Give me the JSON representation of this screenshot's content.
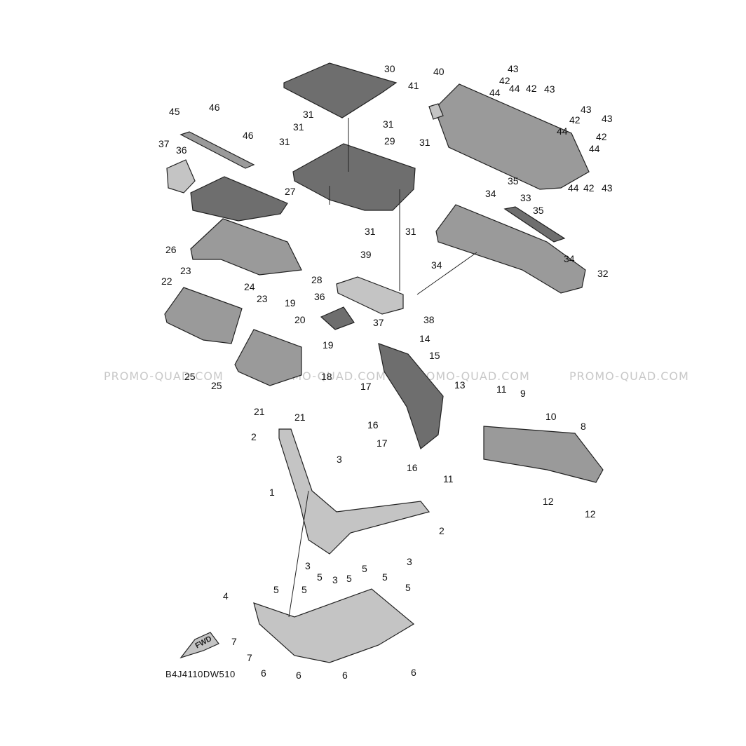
{
  "diagram": {
    "drawing_code": "B4J4110DW510",
    "direction_label": "FWD",
    "watermark_text": "PROMO-QUAD.COM",
    "callouts": [
      "1",
      "2",
      "3",
      "4",
      "5",
      "6",
      "7",
      "8",
      "9",
      "10",
      "11",
      "12",
      "13",
      "14",
      "15",
      "16",
      "17",
      "18",
      "19",
      "20",
      "21",
      "22",
      "23",
      "24",
      "25",
      "26",
      "27",
      "28",
      "29",
      "30",
      "31",
      "32",
      "33",
      "34",
      "35",
      "36",
      "37",
      "38",
      "39",
      "40",
      "41",
      "42",
      "43",
      "44",
      "45",
      "46"
    ]
  }
}
